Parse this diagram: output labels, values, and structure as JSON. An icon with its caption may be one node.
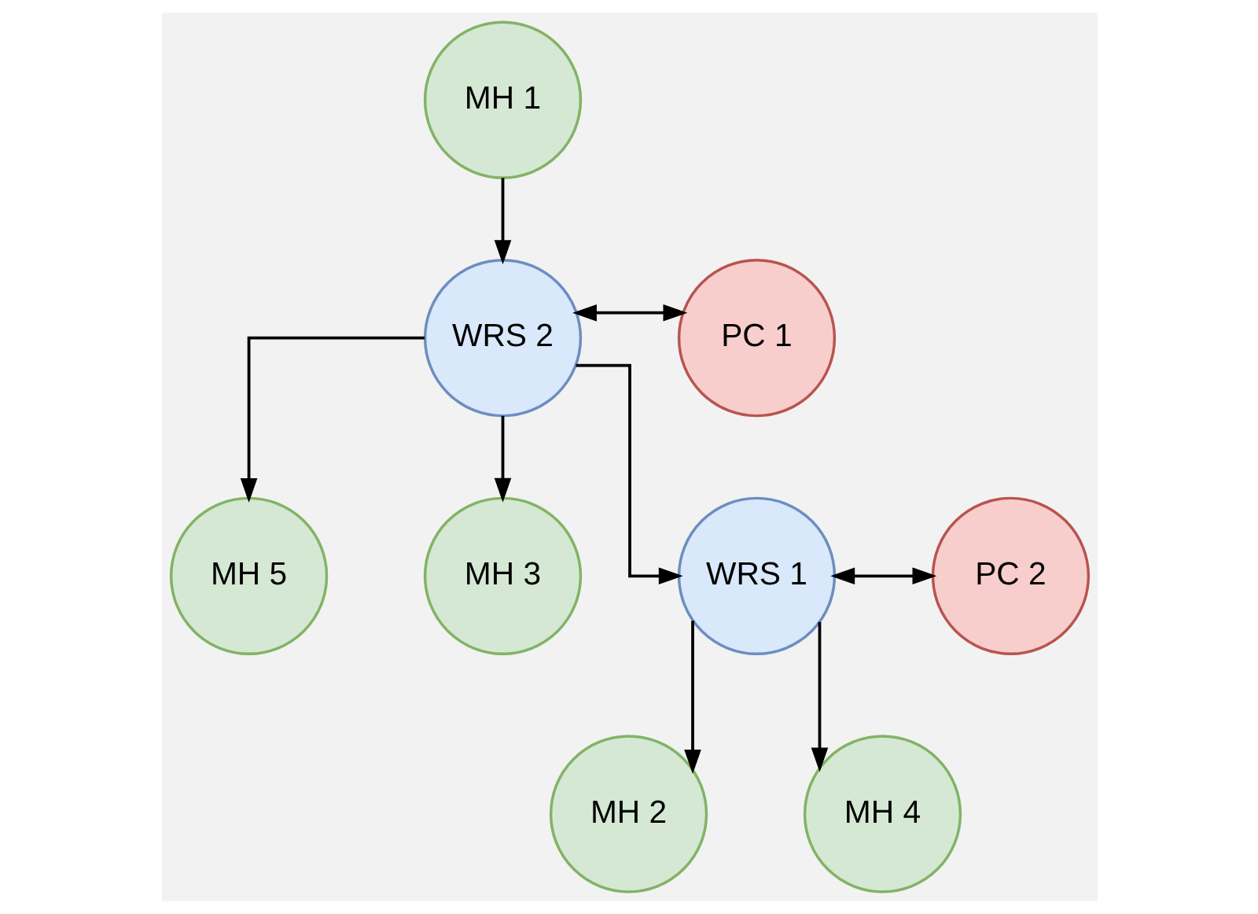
{
  "diagram": {
    "nodes": [
      {
        "text": [
          "MH 1"
        ]
      },
      {
        "text": [
          "WRS 2"
        ]
      },
      {
        "text": [
          "PC 1"
        ]
      },
      {
        "text": [
          "MH 5"
        ]
      },
      {
        "text": [
          "MH 3"
        ]
      },
      {
        "text": [
          "WRS 1"
        ]
      },
      {
        "text": [
          "PC 2"
        ]
      },
      {
        "text": [
          "MH 2"
        ]
      },
      {
        "text": [
          "MH 4"
        ]
      }
    ],
    "edges": [
      {
        "from": 0,
        "to": 1,
        "arrow": "to"
      },
      {
        "from": 1,
        "to": 2,
        "arrow": "both"
      },
      {
        "from": 1,
        "to": 3,
        "arrow": "to"
      },
      {
        "from": 1,
        "to": 4,
        "arrow": "to"
      },
      {
        "from": 1,
        "to": 5,
        "arrow": "to"
      },
      {
        "from": 5,
        "to": 6,
        "arrow": "both"
      },
      {
        "from": 5,
        "to": 7,
        "arrow": "to"
      },
      {
        "from": 5,
        "to": 8,
        "arrow": "to"
      }
    ]
  }
}
